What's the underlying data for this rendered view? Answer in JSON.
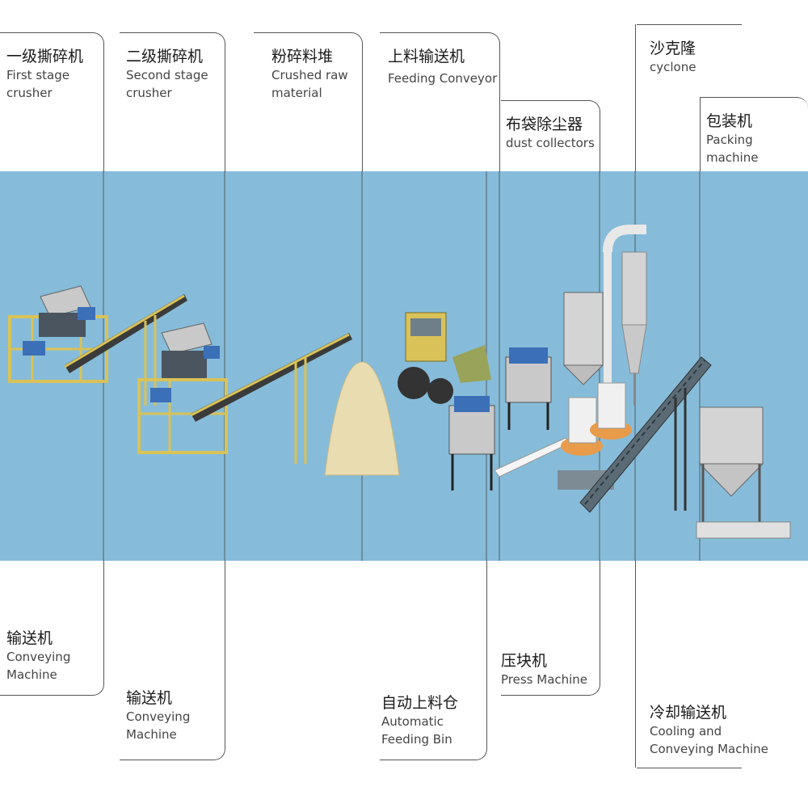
{
  "stations": [
    {
      "id": "first-stage-crusher",
      "zh": "一级撕碎机",
      "en": "First stage\ncrusher"
    },
    {
      "id": "second-stage-crusher",
      "zh": "二级撕碎机",
      "en": "Second stage\ncrusher"
    },
    {
      "id": "crushed-raw-material",
      "zh": "粉碎料堆",
      "en": "Crushed raw\nmaterial"
    },
    {
      "id": "feeding-conveyor",
      "zh": "上料输送机",
      "en": "Feeding Conveyor"
    },
    {
      "id": "dust-collectors",
      "zh": "布袋除尘器",
      "en": "dust collectors"
    },
    {
      "id": "cyclone",
      "zh": "沙克隆",
      "en": "cyclone"
    },
    {
      "id": "packing-machine",
      "zh": "包装机",
      "en": "Packing machine"
    },
    {
      "id": "conveying-machine-1",
      "zh": "输送机",
      "en": "Conveying\nMachine"
    },
    {
      "id": "conveying-machine-2",
      "zh": "输送机",
      "en": "Conveying\nMachine"
    },
    {
      "id": "automatic-feeding-bin",
      "zh": "自动上料仓",
      "en": "Automatic\nFeeding Bin"
    },
    {
      "id": "press-machine",
      "zh": "压块机",
      "en": "Press Machine"
    },
    {
      "id": "cooling-conveying-machine",
      "zh": "冷却输送机",
      "en": "Cooling and\nConveying Machine"
    }
  ],
  "colors": {
    "band": "#86bcd9",
    "frame": "#d9c257",
    "hopper": "#c9c9c9",
    "motor": "#3b6fb8",
    "pile": "#e8dcb0",
    "belt": "#3b3b3b"
  }
}
